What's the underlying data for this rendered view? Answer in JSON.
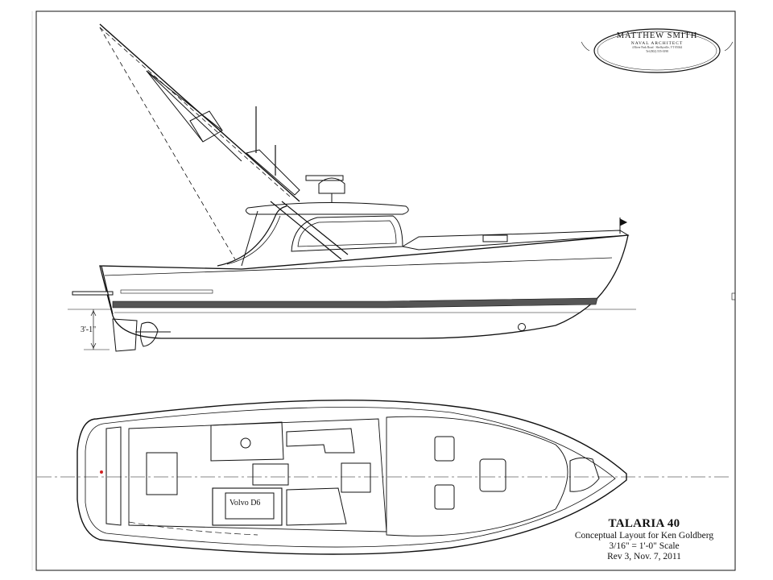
{
  "logo": {
    "firm": "MATTHEW SMITH",
    "subtitle": "NAVAL ARCHITECT",
    "address": "4 River Park Road · Shelbyville, VT 05044",
    "phone": "Tel (802) 555-0198"
  },
  "profile": {
    "draft_label": "3'-1\""
  },
  "plan": {
    "engine_label": "Volvo D6"
  },
  "title_block": {
    "name": "TALARIA 40",
    "line1": "Conceptual Layout for Ken Goldberg",
    "scale": "3/16\" = 1'-0\" Scale",
    "revision": "Rev 3, Nov. 7, 2011"
  },
  "colors": {
    "ink": "#111111",
    "stripe": "#555555",
    "paper": "#ffffff",
    "marker": "#d22222"
  }
}
